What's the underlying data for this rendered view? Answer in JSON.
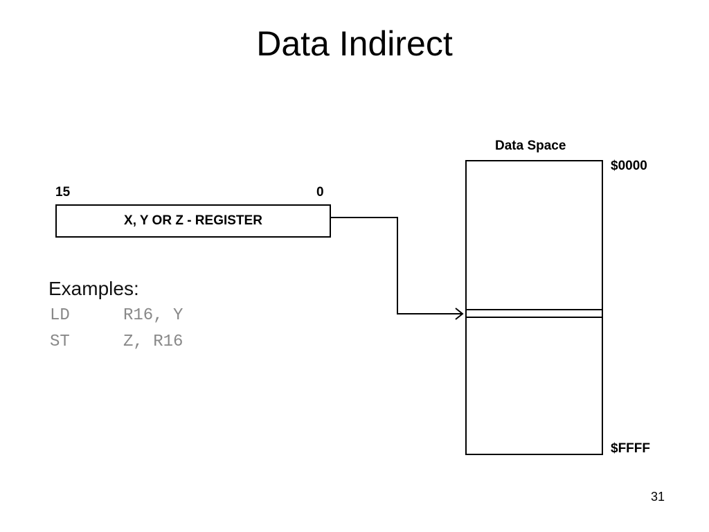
{
  "slide": {
    "title": "Data Indirect",
    "page_number": "31"
  },
  "register": {
    "label": "X, Y OR Z - REGISTER",
    "msb": "15",
    "lsb": "0"
  },
  "data_space": {
    "label": "Data Space",
    "start_address": "$0000",
    "end_address": "$FFFF"
  },
  "examples": {
    "heading": "Examples:",
    "lines": [
      {
        "op": "LD",
        "args": "R16, Y"
      },
      {
        "op": "ST",
        "args": "Z, R16"
      }
    ]
  }
}
